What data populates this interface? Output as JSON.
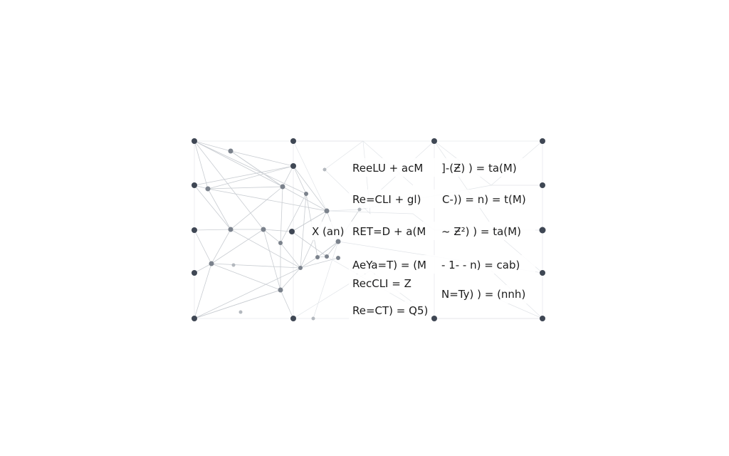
{
  "diagram": {
    "formulas": {
      "row1_left": "ReeLU  + acM",
      "row1_right": "]-(Ƶ)  ) = ta(M)",
      "row2_left": "Re=CLI  + gl)",
      "row2_right": "C-)) = n) = t(M)",
      "row3_prefix": "X (an)",
      "row3_left": "RET=D  + a(M",
      "row3_right": "~ Ƶ²)  ) = ta(M)",
      "row4_left": "AeYa=T)  = (M",
      "row4_right": "- 1- - n) = cab)",
      "row5_left": "RecCLI  = Z",
      "row6_left": "Re=CT)  = Q5)",
      "row6_right": "N=Ty) ) = (nnh)"
    },
    "colors": {
      "node_dark": "#3f4754",
      "edge": "#c9cdd2",
      "text": "#1c1c1c"
    }
  }
}
